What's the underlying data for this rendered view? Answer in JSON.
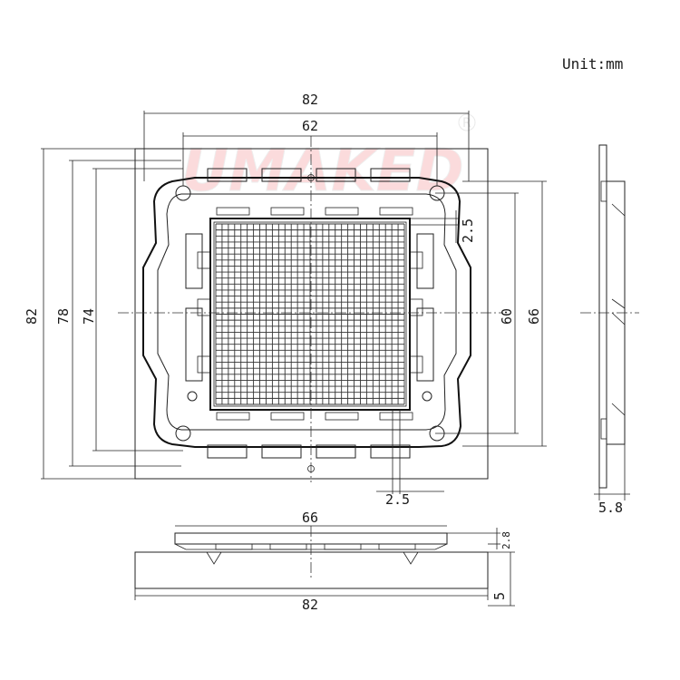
{
  "unit_label": "Unit:mm",
  "watermark": "UMAKED",
  "watermark_mark": "R",
  "colors": {
    "line": "#222222",
    "watermark": "#e8262a",
    "background": "#ffffff"
  },
  "front_view": {
    "dim_width_outer": "82",
    "dim_width_inner": "62",
    "dim_height_82": "82",
    "dim_height_78": "78",
    "dim_height_74": "74",
    "dim_height_60": "60",
    "dim_height_66": "66",
    "dim_offset_top": "2.5",
    "dim_offset_bottom": "2.5"
  },
  "side_view": {
    "dim_thickness": "5.8"
  },
  "bottom_view": {
    "dim_width_inner": "66",
    "dim_width_outer": "82",
    "dim_height_top": "2.8",
    "dim_height_base": "5"
  }
}
